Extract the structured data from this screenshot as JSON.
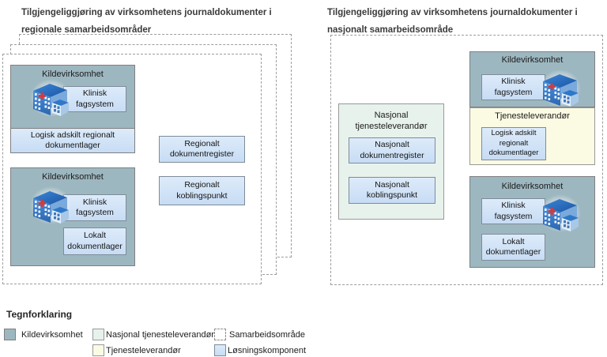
{
  "left_panel": {
    "title_line1": "Tilgjengeliggjøring av virksomhetens journaldokumenter i",
    "title_line2": "regionale samarbeidsområder",
    "source_top": {
      "title": "Kildevirksomhet",
      "system": "Klinisk fagsystem",
      "storage": "Logisk adskilt regionalt dokumentlager"
    },
    "source_bottom": {
      "title": "Kildevirksomhet",
      "system": "Klinisk fagsystem",
      "storage": "Lokalt dokumentlager"
    },
    "register_label": "Regionalt dokumentregister",
    "connection_label": "Regionalt koblingspunkt"
  },
  "right_panel": {
    "title_line1": "Tilgjengeliggjøring av virksomhetens journaldokumenter i",
    "title_line2": "nasjonalt samarbeidsområde",
    "national_provider": {
      "title": "Nasjonal tjenesteleverandør",
      "register_label": "Nasjonalt dokumentregister",
      "connection_label": "Nasjonalt koblingspunkt"
    },
    "source_top": {
      "title": "Kildevirksomhet",
      "system": "Klinisk fagsystem"
    },
    "service_provider": {
      "title": "Tjenesteleverandør",
      "storage": "Logisk adskilt regionalt dokumentlager"
    },
    "source_bottom": {
      "title": "Kildevirksomhet",
      "system": "Klinisk fagsystem",
      "storage": "Lokalt dokumentlager"
    }
  },
  "legend": {
    "title": "Tegnforklaring",
    "items": {
      "kildevirksomhet": "Kildevirksomhet",
      "nasjonal_tjenesteleverandor": "Nasjonal tjenesteleverandør",
      "tjenesteleverandor": "Tjenesteleverandør",
      "samarbeidsomrade": "Samarbeidsområde",
      "losningskomponent": "Løsningskomponent"
    }
  },
  "colors": {
    "source_fill": "#9db7c0",
    "component_fill_top": "#ddebfa",
    "component_fill_bottom": "#c7dcf4",
    "national_provider_fill": "#e8f2ec",
    "service_provider_fill": "#fbfae3",
    "dashed_border": "#9d9d9d",
    "box_border": "#7f7f7f",
    "title_text": "#3a3a3a"
  },
  "icons": {
    "hospital": "hospital-building-icon"
  }
}
